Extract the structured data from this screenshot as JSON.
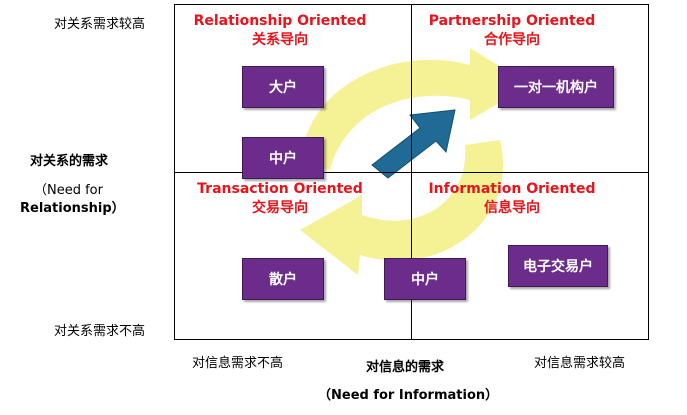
{
  "axes": {
    "y_high": "对关系需求较高",
    "y_low": "对关系需求不高",
    "y_title": "对关系的需求",
    "y_title_en_line1": "（Need for",
    "y_title_en_line2": "Relationship）",
    "x_low": "对信息需求不高",
    "x_high": "对信息需求较高",
    "x_title": "对信息的需求",
    "x_title_en": "（Need for Information）"
  },
  "quadrants": {
    "top_left": {
      "title_en": "Relationship Oriented",
      "title_cn": "关系导向"
    },
    "top_right": {
      "title_en": "Partnership Oriented",
      "title_cn": "合作导向"
    },
    "bottom_left": {
      "title_en": "Transaction Oriented",
      "title_cn": "交易导向"
    },
    "bottom_right": {
      "title_en": "Information Oriented",
      "title_cn": "信息导向"
    }
  },
  "boxes": {
    "large": "大户",
    "medium_top": "中户",
    "one_to_one": "一对一机构户",
    "retail": "散户",
    "medium_bottom": "中户",
    "electronic": "电子交易户"
  },
  "colors": {
    "quadrant_title": "#e8141c",
    "box_fill": "#6b2c8c",
    "arrow_blue": "#1f6b96",
    "cycle_yellow": "#f4f08a"
  }
}
